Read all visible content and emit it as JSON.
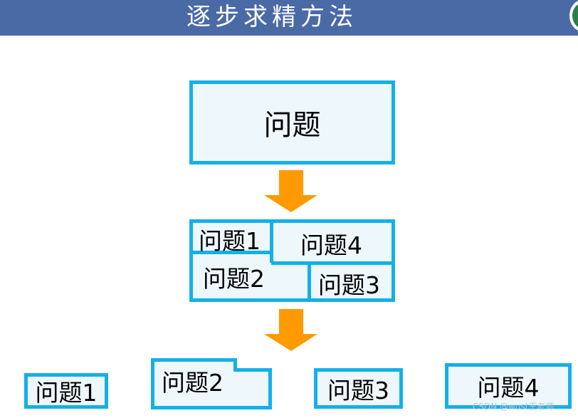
{
  "header": {
    "title": "逐步求精方法"
  },
  "top": {
    "label": "问题"
  },
  "middle": {
    "p1": "问题1",
    "p2": "问题2",
    "p3": "问题3",
    "p4": "问题4"
  },
  "bottom": {
    "p1": "问题1",
    "p2": "问题2",
    "p3": "问题3",
    "p4": "问题4"
  },
  "watermark": "CSDN @wust王老师",
  "colors": {
    "header_bg": "#4a6aa6",
    "box_border": "#14b0e8",
    "box_fill": "#eef8fc",
    "arrow": "#ff9a00"
  },
  "icons": {
    "arrow": "down-arrow-icon",
    "logo": "university-seal-logo"
  }
}
